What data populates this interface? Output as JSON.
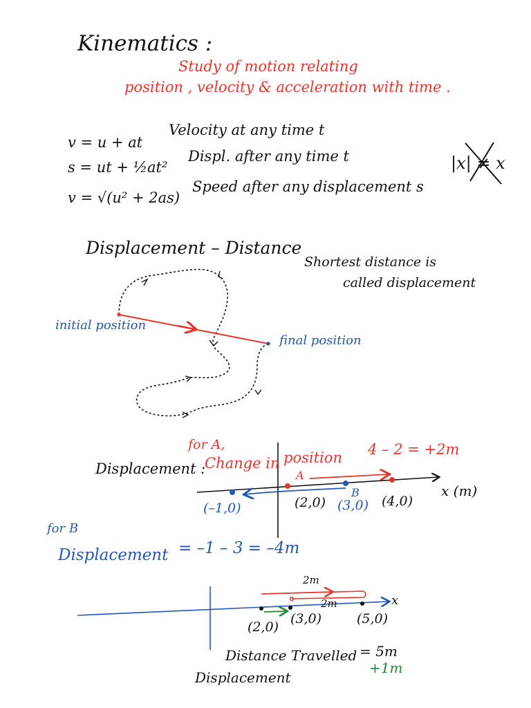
{
  "colors": {
    "ink": "#111111",
    "red": "#e8352b",
    "blue": "#2456b8",
    "green": "#1f8a2e"
  },
  "header": {
    "title": "Kinematics :",
    "definition_line1": "Study of motion relating",
    "definition_line2": "position , velocity & acceleration with time ."
  },
  "equations": [
    {
      "formula": "v = u + at",
      "meaning": "Velocity at any time t"
    },
    {
      "formula": "s = ut + ½at²",
      "meaning": "Displ. after any time t"
    },
    {
      "formula": "v = √(u² + 2as)",
      "meaning": "Speed after any displacement s"
    }
  ],
  "side_note": "|x| ≠ x",
  "section_two": {
    "heading": "Displacement – Distance",
    "note_line1": "Shortest distance is",
    "note_line2": "called displacement",
    "initial_label": "initial position",
    "final_label": "final position"
  },
  "section_three": {
    "for_a": "for A,",
    "displacement_label": "Displacement :",
    "change_text": "Change in",
    "position_text": "position",
    "calc_a": "4 – 2 = +2m",
    "axis_label": "x (m)",
    "point_a": "A",
    "point_b": "B",
    "coord_neg1": "(–1,0)",
    "coord_2": "(2,0)",
    "coord_3": "(3,0)",
    "coord_4": "(4,0)",
    "for_b": "for B",
    "displacement_b": "Displacement",
    "calc_b": "= –1 – 3 = –4m"
  },
  "section_four": {
    "seg_top": "2m",
    "seg_mid": "2m",
    "axis_label": "x",
    "coord_2": "(2,0)",
    "coord_3": "(3,0)",
    "coord_5": "(5,0)",
    "distance_label": "Distance Travelled",
    "distance_value": "= 5m",
    "displacement_label": "Displacement",
    "displacement_value": "+1m"
  }
}
